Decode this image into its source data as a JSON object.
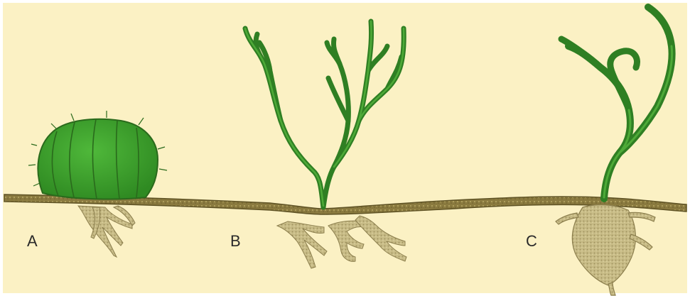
{
  "labels": {
    "a": "A",
    "b": "B",
    "c": "C"
  },
  "colors": {
    "background": "#fbf1c4",
    "soil": "#8a7a3f",
    "soil_dark": "#5e5224",
    "plant_green": "#3d8a2a",
    "plant_dark": "#2a6a1c",
    "cactus_green": "#3fa12e",
    "root": "#b9ad7a",
    "root_dark": "#8c7f4e"
  }
}
